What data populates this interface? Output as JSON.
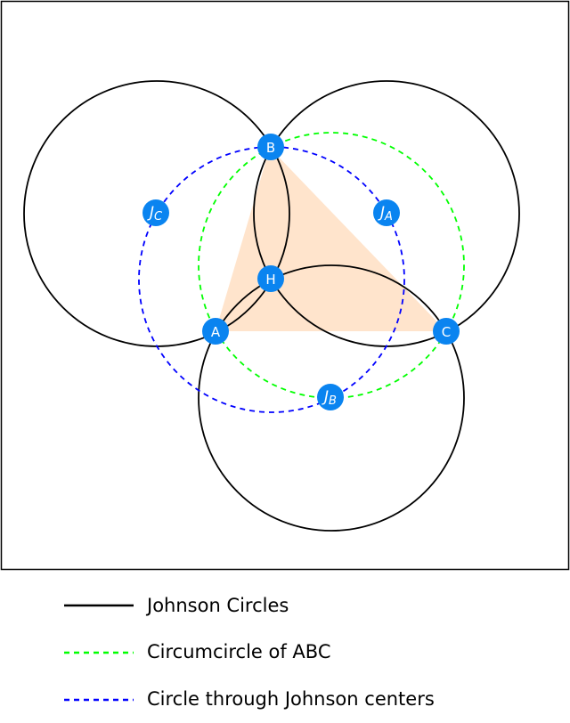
{
  "diagram": {
    "colors": {
      "johnson": "#000000",
      "circumcircle": "#00ff00",
      "centers_circle": "#0000ff",
      "triangle_fill": "#ffe4cc",
      "point_fill": "#0a84f0"
    },
    "points": {
      "A": {
        "label": "A"
      },
      "B": {
        "label": "B"
      },
      "C": {
        "label": "C"
      },
      "H": {
        "label": "H"
      },
      "JA": {
        "main": "J",
        "sub": "A"
      },
      "JB": {
        "main": "J",
        "sub": "B"
      },
      "JC": {
        "main": "J",
        "sub": "C"
      }
    }
  },
  "legend": {
    "items": [
      {
        "label": "Johnson Circles"
      },
      {
        "label": "Circumcircle of ABC"
      },
      {
        "label": "Circle through Johnson centers"
      }
    ]
  }
}
